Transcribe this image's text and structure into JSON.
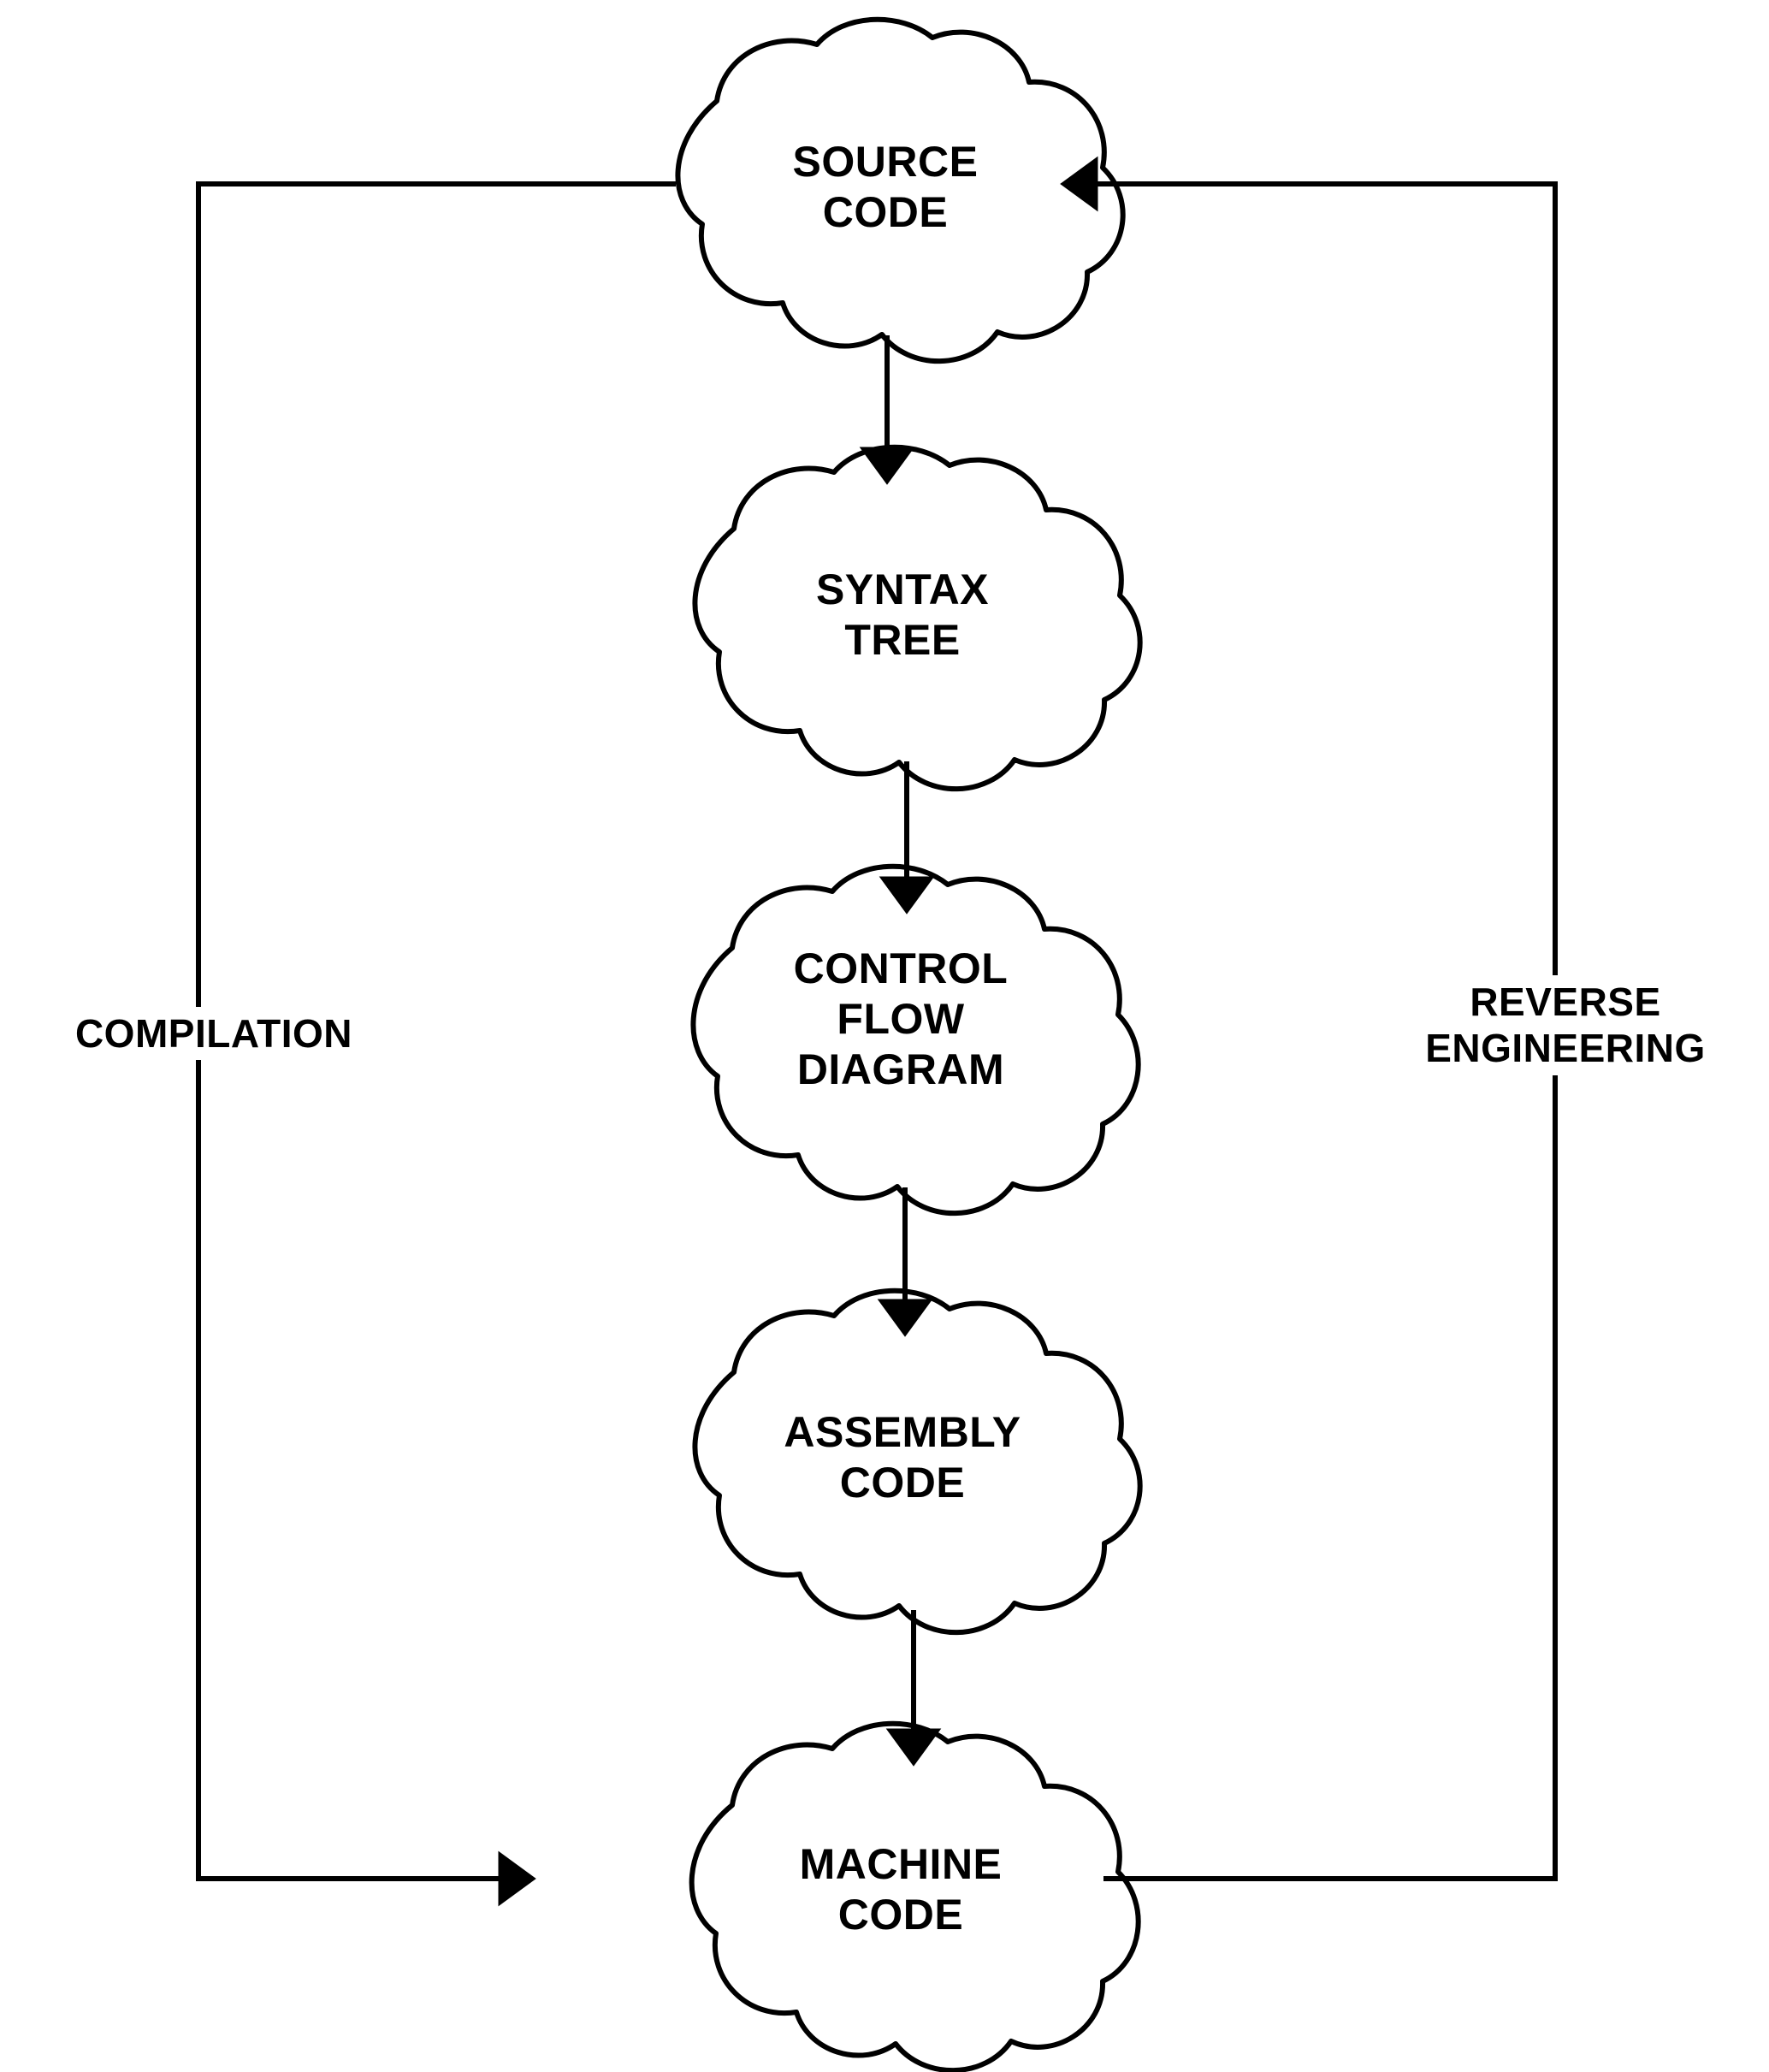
{
  "diagram": {
    "title": "Compilation and Reverse Engineering Flow",
    "background_color": "#ffffff",
    "stroke_color": "#000000",
    "text_color": "#000000",
    "nodes": [
      {
        "id": "source-code",
        "label": "SOURCE\nCODE",
        "shape": "cloud"
      },
      {
        "id": "syntax-tree",
        "label": "SYNTAX\nTREE",
        "shape": "cloud"
      },
      {
        "id": "control-flow-diagram",
        "label": "CONTROL\nFLOW\nDIAGRAM",
        "shape": "cloud"
      },
      {
        "id": "assembly-code",
        "label": "ASSEMBLY\nCODE",
        "shape": "cloud"
      },
      {
        "id": "machine-code",
        "label": "MACHINE\nCODE",
        "shape": "cloud"
      }
    ],
    "process_labels": [
      {
        "id": "compilation",
        "label": "COMPILATION",
        "side": "left"
      },
      {
        "id": "reverse-engineering",
        "label": "REVERSE\nENGINEERING",
        "side": "right"
      }
    ],
    "edges": [
      {
        "from": "source-code",
        "to": "syntax-tree",
        "arrow": true
      },
      {
        "from": "syntax-tree",
        "to": "control-flow-diagram",
        "arrow": true
      },
      {
        "from": "control-flow-diagram",
        "to": "assembly-code",
        "arrow": true
      },
      {
        "from": "assembly-code",
        "to": "machine-code",
        "arrow": true
      },
      {
        "from": "source-code",
        "to": "machine-code",
        "arrow": true,
        "label": "COMPILATION"
      },
      {
        "from": "machine-code",
        "to": "source-code",
        "arrow": true,
        "label": "REVERSE ENGINEERING"
      }
    ]
  }
}
